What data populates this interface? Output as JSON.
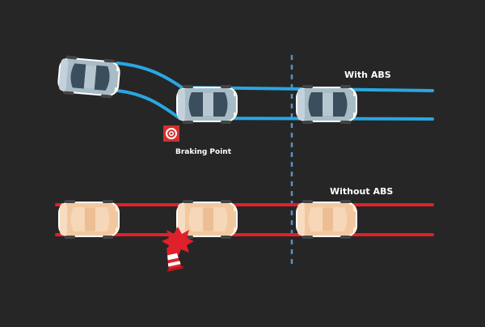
{
  "labels": {
    "with_abs": "With ABS",
    "without_abs": "Without ABS",
    "braking_point": "Braking Point"
  },
  "colors": {
    "background": "#262626",
    "abs_path": "#2aa6e2",
    "no_abs_path": "#e0202a",
    "car_abs_body": "#a7bcc6",
    "car_noabs_body": "#f2c8a0",
    "divider": "#5a8fc2",
    "marker_red": "#d32f2f"
  },
  "icons": {
    "braking_marker": "target-icon",
    "traffic_cone": "traffic-cone-icon",
    "impact": "collision-burst-icon"
  }
}
